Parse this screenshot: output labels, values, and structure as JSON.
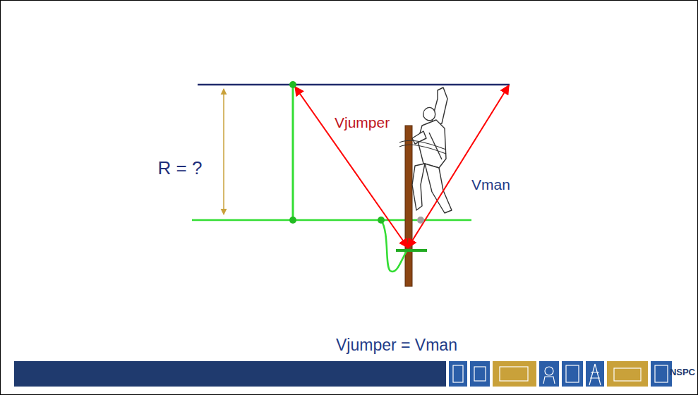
{
  "diagram": {
    "labels": [
      "R = ?",
      "Vjumper",
      "Vman",
      "Vjumper = Vman",
      "NSPC"
    ]
  }
}
